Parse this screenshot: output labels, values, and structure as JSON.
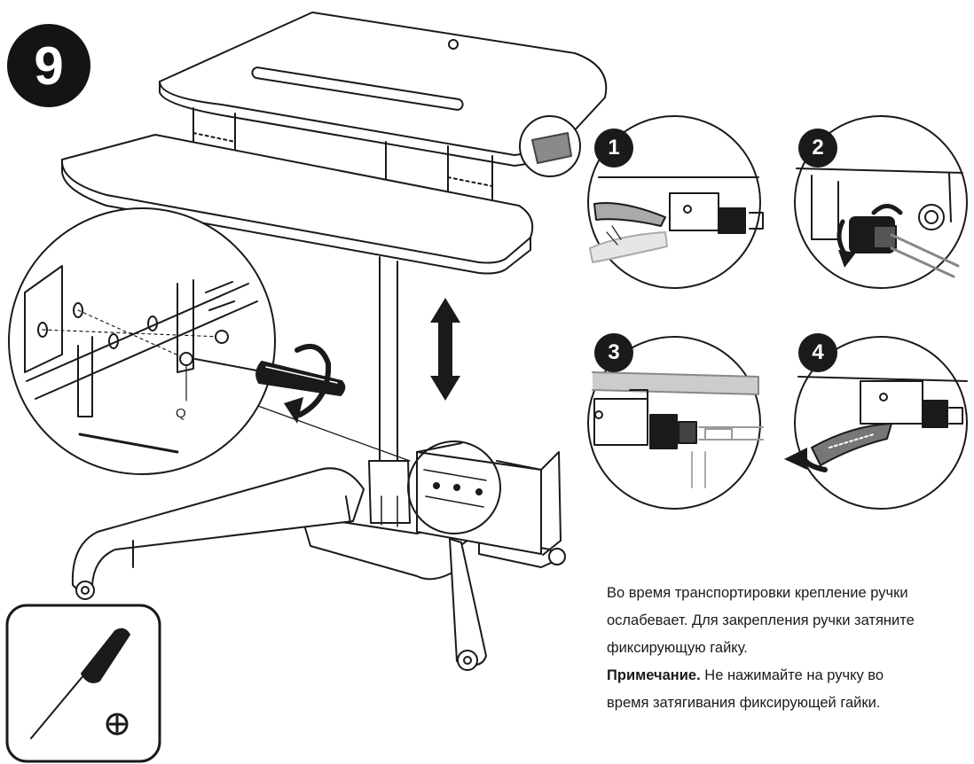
{
  "step": {
    "number": "9"
  },
  "substeps": [
    "1",
    "2",
    "3",
    "4"
  ],
  "callout_q": "Q",
  "note": {
    "line1": "Во время транспортировки крепление ручки",
    "line2": "ослабевает. Для закрепления ручки затяните",
    "line3": "фиксирующую гайку.",
    "note_label": "Примечание.",
    "line4": " Не нажимайте на ручку во",
    "line5": "время затягивания фиксирующей гайки."
  },
  "tool": {
    "icon": "phillips-screwdriver-icon"
  },
  "colors": {
    "line": "#1a1a1a",
    "badge": "#141414",
    "gray": "#8a8a8a",
    "background": "#ffffff"
  }
}
